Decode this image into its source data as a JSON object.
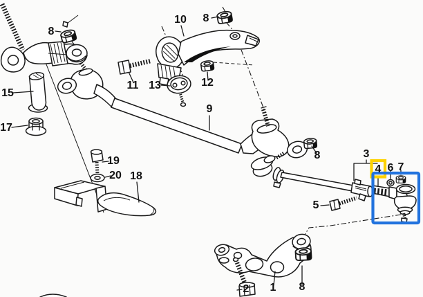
{
  "diagram": {
    "type": "exploded-parts-diagram",
    "background_color": "#fbfbfa",
    "line_color": "#1a1a1a",
    "part_numbers_visible": [
      "1",
      "2",
      "3",
      "4",
      "5",
      "6",
      "7",
      "8",
      "9",
      "10",
      "11",
      "12",
      "13",
      "15",
      "17",
      "18",
      "19",
      "20"
    ]
  },
  "callouts": [
    {
      "part": "8"
    },
    {
      "part": "10"
    },
    {
      "part": "8"
    },
    {
      "part": "15"
    },
    {
      "part": "17"
    },
    {
      "part": "11"
    },
    {
      "part": "13"
    },
    {
      "part": "12"
    },
    {
      "part": "9"
    },
    {
      "part": "19"
    },
    {
      "part": "20"
    },
    {
      "part": "18"
    },
    {
      "part": "3"
    },
    {
      "part": "4"
    },
    {
      "part": "6"
    },
    {
      "part": "7"
    },
    {
      "part": "8"
    },
    {
      "part": "5"
    },
    {
      "part": "2"
    },
    {
      "part": "1"
    },
    {
      "part": "8"
    }
  ],
  "highlights": {
    "highlighted_callout": "4",
    "callout_box_color": "#fdd200",
    "selection_box_color": "#2273de"
  }
}
